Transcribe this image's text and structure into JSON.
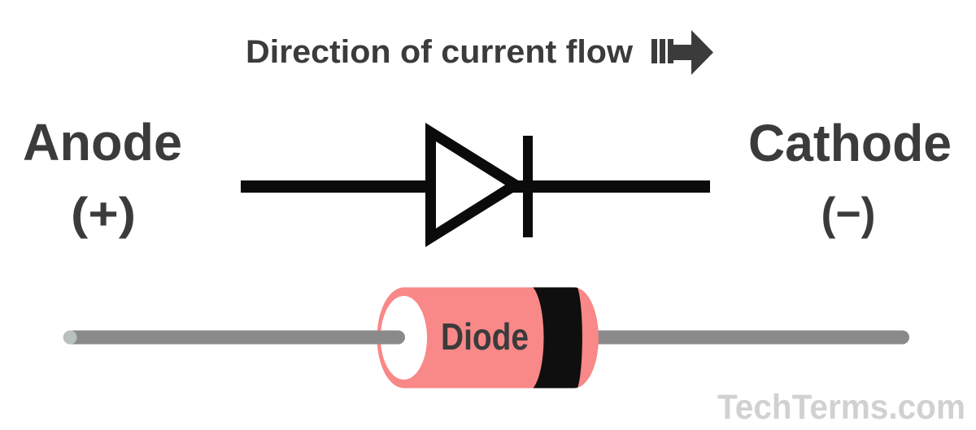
{
  "header": {
    "title": "Direction of current flow"
  },
  "terminals": {
    "anode": {
      "name": "Anode",
      "polarity": "(+)"
    },
    "cathode": {
      "name": "Cathode",
      "polarity": "(−)"
    }
  },
  "component": {
    "label": "Diode"
  },
  "watermark": {
    "label": "TechTerms.com"
  },
  "colors": {
    "text": "#3b3b3b",
    "schematic": "#0b0b0b",
    "body": "#f98888",
    "band": "#0f0f0f",
    "lead": "#8a8a8a",
    "lead_tip": "#b9c1be",
    "face": "#ffffff",
    "watermark": "#d1d1d1"
  }
}
